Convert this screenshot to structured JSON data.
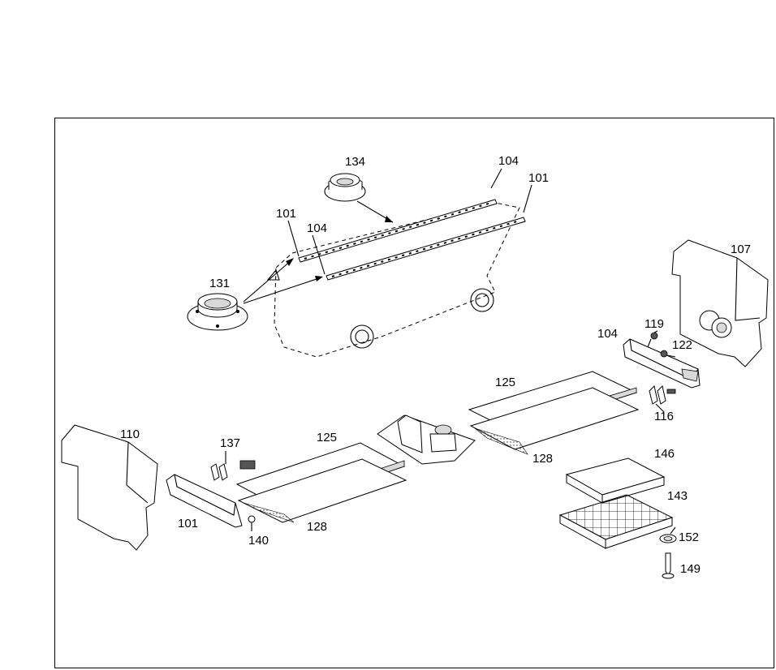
{
  "diagram": {
    "callouts": [
      {
        "id": "lbl-134",
        "text": "134"
      },
      {
        "id": "lbl-104-a",
        "text": "104"
      },
      {
        "id": "lbl-101-a",
        "text": "101"
      },
      {
        "id": "lbl-101-b",
        "text": "101"
      },
      {
        "id": "lbl-104-b",
        "text": "104"
      },
      {
        "id": "lbl-131",
        "text": "131"
      },
      {
        "id": "lbl-107",
        "text": "107"
      },
      {
        "id": "lbl-104-c",
        "text": "104"
      },
      {
        "id": "lbl-119",
        "text": "119"
      },
      {
        "id": "lbl-122",
        "text": "122"
      },
      {
        "id": "lbl-125-a",
        "text": "125"
      },
      {
        "id": "lbl-116",
        "text": "116"
      },
      {
        "id": "lbl-110",
        "text": "110"
      },
      {
        "id": "lbl-137",
        "text": "137"
      },
      {
        "id": "lbl-125-b",
        "text": "125"
      },
      {
        "id": "lbl-128-a",
        "text": "128"
      },
      {
        "id": "lbl-146",
        "text": "146"
      },
      {
        "id": "lbl-143",
        "text": "143"
      },
      {
        "id": "lbl-101-c",
        "text": "101"
      },
      {
        "id": "lbl-140",
        "text": "140"
      },
      {
        "id": "lbl-128-b",
        "text": "128"
      },
      {
        "id": "lbl-152",
        "text": "152"
      },
      {
        "id": "lbl-149",
        "text": "149"
      }
    ]
  }
}
